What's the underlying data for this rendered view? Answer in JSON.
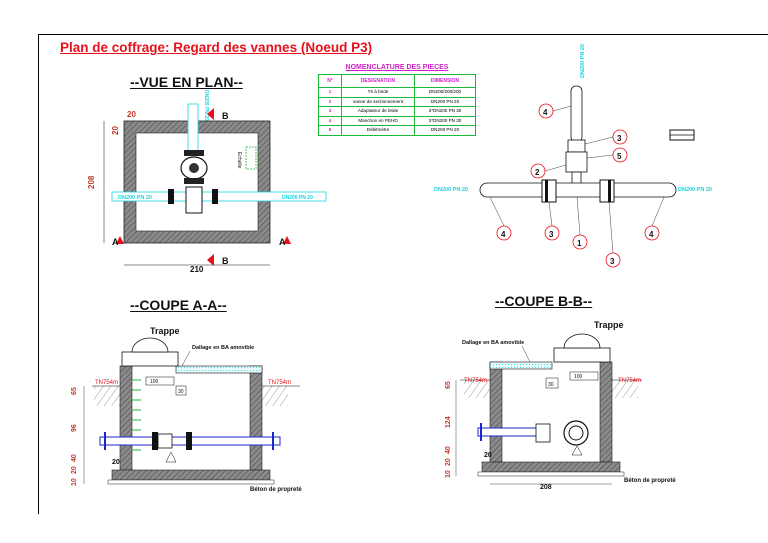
{
  "title": "Plan de coffrage: Regard des vannes (Noeud P3)",
  "views": {
    "plan": "--VUE EN PLAN--",
    "coupe_aa": "--COUPE A-A--",
    "coupe_bb": "--COUPE B-B--"
  },
  "nomenclature": {
    "title": "NOMENCLATURE DES PIECES",
    "headers": [
      "N°",
      "DESIGNATION",
      "DIMENSION"
    ],
    "rows": [
      {
        "n": "1",
        "designation": "Té à bride",
        "dimension": "DN200/200/200"
      },
      {
        "n": "2",
        "designation": "vanne de sectionnement",
        "dimension": "DN200 PN 20"
      },
      {
        "n": "3",
        "designation": "Adaptateur de bride",
        "dimension": "3*DN200 PN 30"
      },
      {
        "n": "4",
        "designation": "Manchon en PEHD",
        "dimension": "3*DN200 PN 30"
      },
      {
        "n": "5",
        "designation": "Débitmètre",
        "dimension": "DN200 PN 20"
      }
    ]
  },
  "plan": {
    "dim_top": "20",
    "dim_left_small": "20",
    "dim_height": "208",
    "dim_width": "210",
    "section_a": "A",
    "section_b": "B",
    "pipe_label": "DN200 PN 20",
    "pipe_label_vertical": "DN200 PN 20",
    "pipe_label_right": "DN200 PN 20",
    "ladder": "Echelle"
  },
  "schema": {
    "pipe_vertical": "DN200 PN 20",
    "pipe_left": "DN200 PN 20",
    "pipe_right": "DN200 PN 20",
    "callouts": [
      "4",
      "3",
      "2",
      "5",
      "4",
      "3",
      "1",
      "3",
      "4"
    ]
  },
  "coupe_aa": {
    "trappe": "Trappe",
    "dallage": "Dallage en BA amovible",
    "tn_left": "TN754m",
    "tn_right": "TN754m",
    "dim_65": "65",
    "dim_96": "96",
    "dim_40": "40",
    "dim_20_left": "20",
    "dim_10": "10",
    "dim_20_bottom": "20",
    "dim_100": "100",
    "dim_30": "30",
    "beton": "Béton de propreté"
  },
  "coupe_bb": {
    "trappe": "Trappe",
    "dallage": "Dallage en BA amovible",
    "tn_left": "TN754m",
    "tn_right": "TN754m",
    "dim_65": "65",
    "dim_124": "124",
    "dim_40": "40",
    "dim_20_left": "20",
    "dim_10": "10",
    "dim_20_bottom": "20",
    "dim_208": "208",
    "dim_100": "100",
    "dim_30": "30",
    "beton": "Béton de propreté"
  },
  "colors": {
    "title_red": "#e8101a",
    "table_green": "#1db83b",
    "table_magenta": "#d321c9",
    "pipe_cyan": "#17d4e0",
    "flange_blue": "#1a27c9",
    "ladder_green": "#1db83b",
    "wall_gray": "#6e6e6e"
  }
}
